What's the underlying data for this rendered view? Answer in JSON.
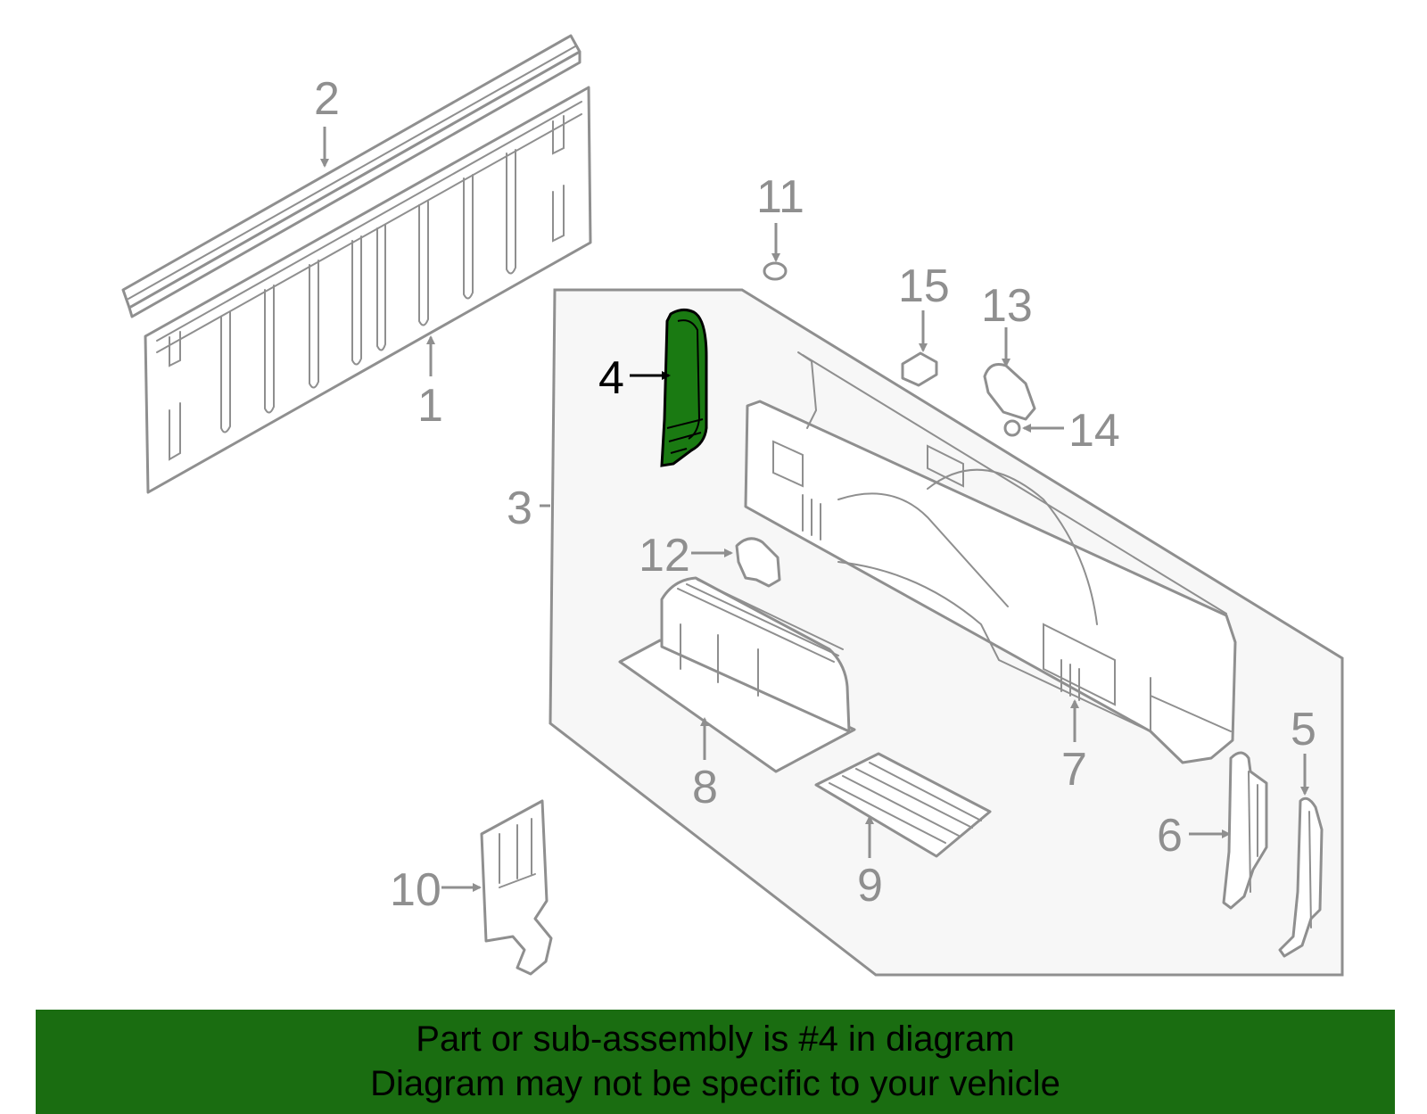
{
  "callouts": {
    "c1": "1",
    "c2": "2",
    "c3": "3",
    "c4": "4",
    "c5": "5",
    "c6": "6",
    "c7": "7",
    "c8": "8",
    "c9": "9",
    "c10": "10",
    "c11": "11",
    "c12": "12",
    "c13": "13",
    "c14": "14",
    "c15": "15"
  },
  "highlighted_part": "4",
  "colors": {
    "highlight_fill": "#1a7a12",
    "banner_bg": "#1a6d11",
    "line_gray": "#8f8f8f",
    "panel_fill": "#f7f7f7"
  },
  "banner": {
    "line1": "Part or sub-assembly is #4 in diagram",
    "line2": "Diagram may not be specific to your vehicle"
  }
}
